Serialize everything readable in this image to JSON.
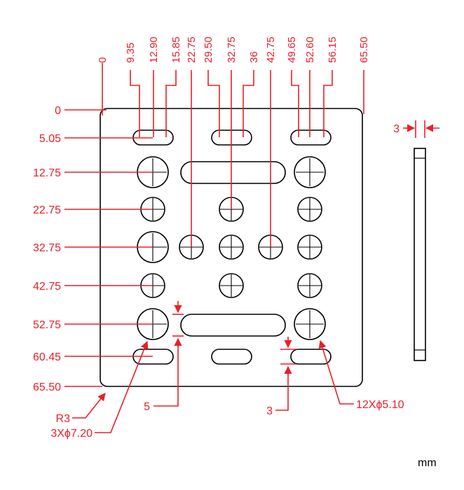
{
  "colors": {
    "dimension": "#e8202a",
    "outline": "#000000",
    "background": "#ffffff"
  },
  "top_dimensions": [
    "0",
    "9.35",
    "12.90",
    "15.85",
    "22.75",
    "29.50",
    "32.75",
    "36",
    "42.75",
    "49.65",
    "52.60",
    "56.15",
    "65.50"
  ],
  "left_dimensions": [
    "0",
    "5.05",
    "12.75",
    "22.75",
    "32.75",
    "42.75",
    "52.75",
    "60.45",
    "65.50"
  ],
  "callouts": {
    "corner_radius": "R3",
    "large_holes": "3Xϕ7.20",
    "small_holes": "12Xϕ5.10",
    "slot_width": "5",
    "slot_gap": "3",
    "thickness": "3"
  },
  "unit": "mm"
}
